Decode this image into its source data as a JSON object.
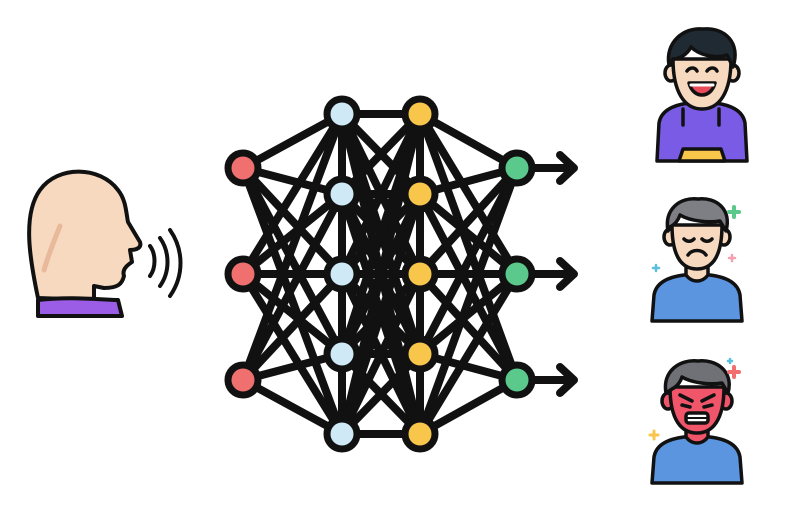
{
  "diagram": {
    "type": "speech-emotion-recognition",
    "speaker": {
      "icon": "speaking-head-icon",
      "shirt_color": "#9b5de5",
      "skin_color": "#f6d9bf"
    },
    "network": {
      "layers": [
        {
          "name": "input",
          "color": "#f06f6f",
          "nodes": 3
        },
        {
          "name": "hidden-1",
          "color": "#cfe9f7",
          "nodes": 5
        },
        {
          "name": "hidden-2",
          "color": "#f8c64b",
          "nodes": 5
        },
        {
          "name": "output",
          "color": "#5cc98c",
          "nodes": 3
        }
      ],
      "fully_connected": true,
      "output_arrows": true
    },
    "emotions": [
      {
        "name": "happy",
        "icon": "happy-person-icon",
        "face_color": "#f6d9bf",
        "shirt_color": "#7a5be6"
      },
      {
        "name": "sad",
        "icon": "sad-person-icon",
        "face_color": "#f6d9bf",
        "shirt_color": "#5b95e0"
      },
      {
        "name": "angry",
        "icon": "angry-person-icon",
        "face_color": "#f0556a",
        "shirt_color": "#5b95e0"
      }
    ]
  }
}
